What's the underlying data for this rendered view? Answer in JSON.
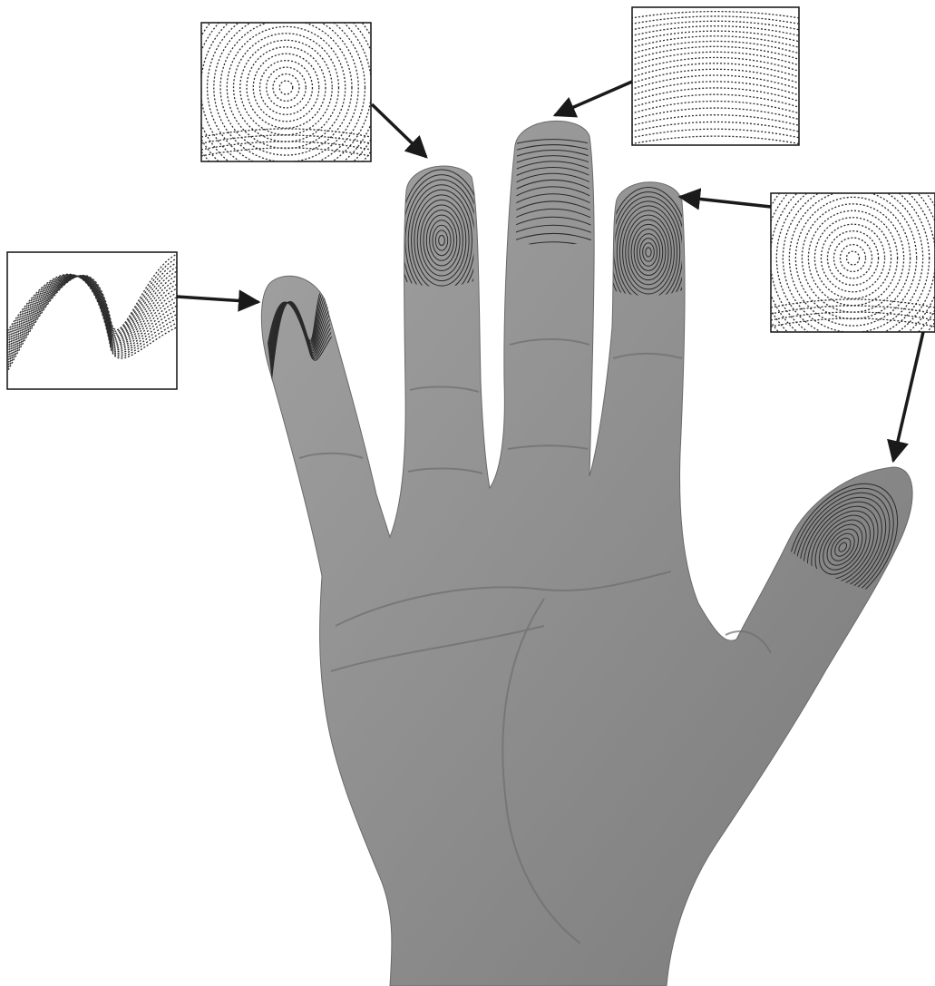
{
  "figure": {
    "background_color": "#ffffff",
    "skin_color": "#8e8e8e",
    "ridge_color": "#2a2a2a",
    "arrow_color": "#1a1a1a",
    "fingerprint_samples": [
      {
        "finger": "little",
        "pattern": "loop"
      },
      {
        "finger": "ring",
        "pattern": "whorl"
      },
      {
        "finger": "middle",
        "pattern": "arch"
      },
      {
        "finger": "index",
        "pattern": "whorl"
      },
      {
        "finger": "thumb",
        "pattern": "whorl"
      }
    ]
  }
}
